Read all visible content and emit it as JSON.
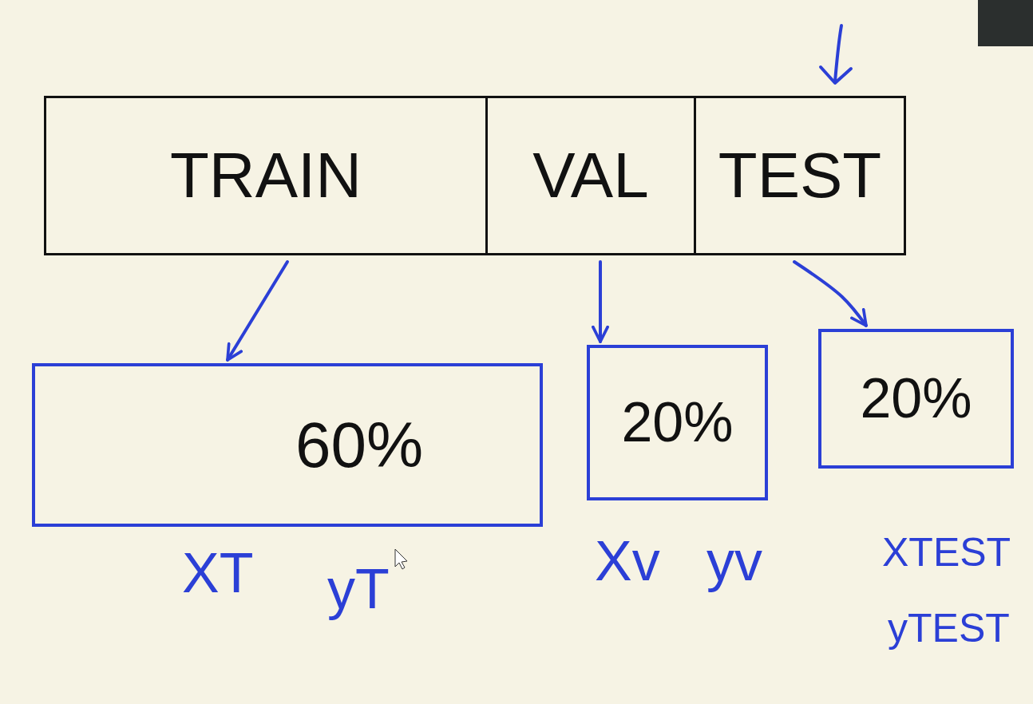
{
  "diagram": {
    "nodes": [
      {
        "text": [
          "TRAIN"
        ]
      },
      {
        "text": [
          "VAL"
        ]
      },
      {
        "text": [
          "TEST"
        ]
      },
      {
        "text": [
          "60%"
        ]
      },
      {
        "text": [
          "20%"
        ]
      },
      {
        "text": [
          "20%"
        ]
      }
    ],
    "edges": [
      {
        "from": 0,
        "to": 3,
        "arrow": "to"
      },
      {
        "from": 1,
        "to": 4,
        "arrow": "to"
      },
      {
        "from": 2,
        "to": 5,
        "arrow": "to"
      }
    ],
    "labels": [
      "XT",
      "yT",
      "Xv",
      "yv",
      "XTEST",
      "yTEST"
    ]
  }
}
